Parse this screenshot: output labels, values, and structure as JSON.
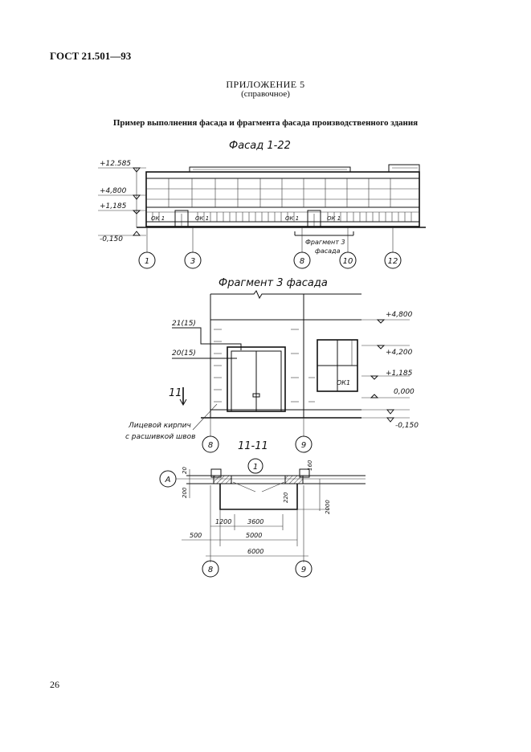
{
  "header": {
    "standard": "ГОСТ 21.501—93"
  },
  "appendix": {
    "title": "ПРИЛОЖЕНИЕ 5",
    "subtitle": "(справочное)"
  },
  "caption": "Пример выполнения фасада и фрагмента фасада производственного здания",
  "facade": {
    "title": "Фасад 1-22",
    "levels": [
      "+12.585",
      "+4,800",
      "+1,185",
      "-0,150"
    ],
    "window_marks": [
      "ОК 1",
      "ОК 1",
      "ОК 1",
      "ОК 1"
    ],
    "fragment_callout": [
      "Фрагмент 3",
      "фасада"
    ],
    "axes": [
      "1",
      "3",
      "8",
      "10",
      "12"
    ]
  },
  "fragment": {
    "title": "Фрагмент 3 фасада",
    "marks": [
      "21(15)",
      "20(15)"
    ],
    "levels": [
      "+4,800",
      "+4,200",
      "+1,185",
      "0,000",
      "-0,150"
    ],
    "window_mark": "ОК1",
    "section_mark": "11",
    "note": [
      "Лицевой кирпич",
      "с расшивкой швов"
    ],
    "axes": [
      "8",
      "9"
    ]
  },
  "section": {
    "title": "11-11",
    "node": "1",
    "axis_letter": "А",
    "dims": [
      "20",
      "160",
      "200",
      "220",
      "2000",
      "1200",
      "3600",
      "500",
      "5000",
      "6000"
    ],
    "axes": [
      "8",
      "9"
    ]
  },
  "page": {
    "number": "26"
  }
}
